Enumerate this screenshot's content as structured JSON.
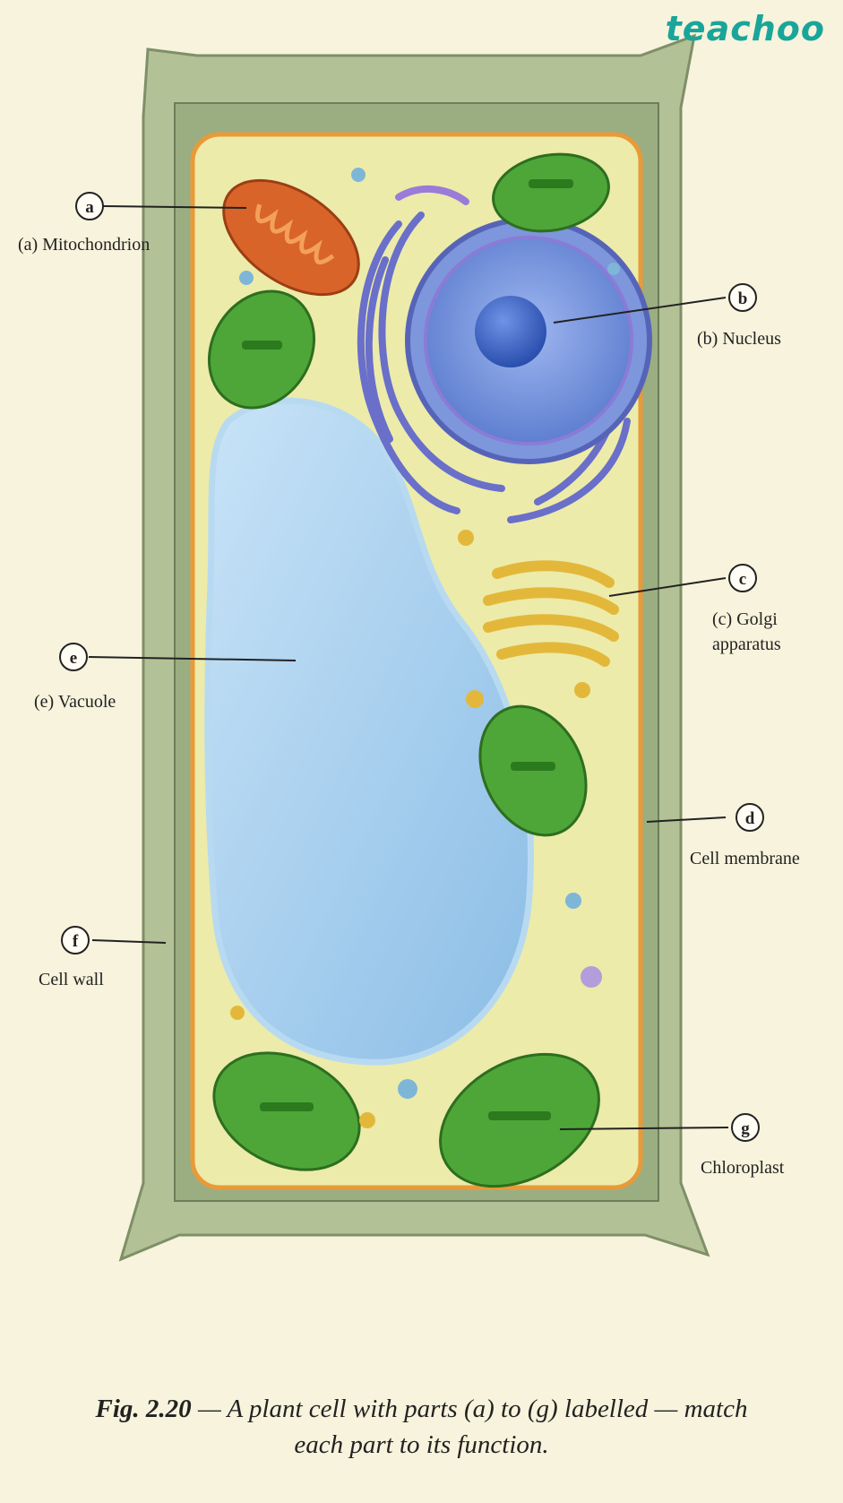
{
  "brand": "teachoo",
  "labels": {
    "a": {
      "letter": "a",
      "text": "(a) Mitochondrion"
    },
    "b": {
      "letter": "b",
      "text": "(b) Nucleus"
    },
    "c": {
      "letter": "c",
      "line1": "(c) Golgi",
      "line2": "apparatus"
    },
    "d": {
      "letter": "d",
      "text": "Cell membrane"
    },
    "e": {
      "letter": "e",
      "text": "(e) Vacuole"
    },
    "f": {
      "letter": "f",
      "text": "Cell wall"
    },
    "g": {
      "letter": "g",
      "text": "Chloroplast"
    }
  },
  "caption": {
    "fig": "Fig. 2.20",
    "line1": " — A plant cell with parts (a) to (g) labelled — match",
    "line2": "each part to its function."
  },
  "colors": {
    "cell_wall": "#b3c196",
    "cytoplasm": "#ecebaa",
    "membrane": "#e99a38",
    "vacuole": "#9cc9ec",
    "nucleus": "#6f8fd8",
    "mitochondrion": "#d9642a",
    "chloroplast": "#4ea638",
    "golgi": "#e3b83a",
    "er": "#6a6fc9"
  }
}
